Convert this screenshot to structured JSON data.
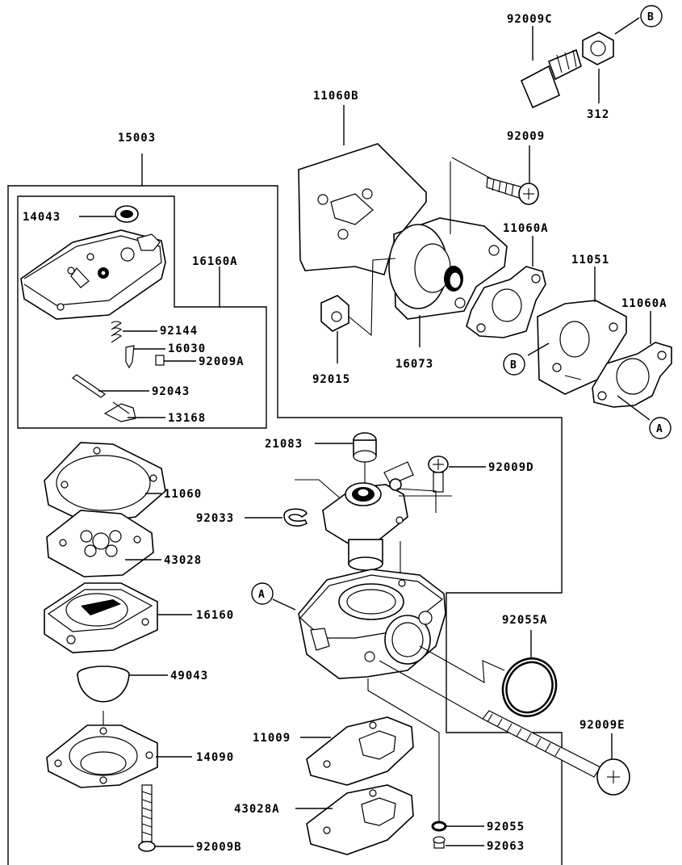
{
  "labels": [
    {
      "id": "92009C",
      "text": "92009C"
    },
    {
      "id": "312",
      "text": "312"
    },
    {
      "id": "11060B",
      "text": "11060B"
    },
    {
      "id": "15003",
      "text": "15003"
    },
    {
      "id": "92009",
      "text": "92009"
    },
    {
      "id": "14043",
      "text": "14043"
    },
    {
      "id": "16160A",
      "text": "16160A"
    },
    {
      "id": "11060A_1",
      "text": "11060A"
    },
    {
      "id": "11051",
      "text": "11051"
    },
    {
      "id": "11060A_2",
      "text": "11060A"
    },
    {
      "id": "92144",
      "text": "92144"
    },
    {
      "id": "16030",
      "text": "16030"
    },
    {
      "id": "92009A",
      "text": "92009A"
    },
    {
      "id": "92015",
      "text": "92015"
    },
    {
      "id": "16073",
      "text": "16073"
    },
    {
      "id": "92043",
      "text": "92043"
    },
    {
      "id": "13168",
      "text": "13168"
    },
    {
      "id": "21083",
      "text": "21083"
    },
    {
      "id": "92009D",
      "text": "92009D"
    },
    {
      "id": "11060",
      "text": "11060"
    },
    {
      "id": "92033",
      "text": "92033"
    },
    {
      "id": "43028",
      "text": "43028"
    },
    {
      "id": "16160",
      "text": "16160"
    },
    {
      "id": "92055A",
      "text": "92055A"
    },
    {
      "id": "49043",
      "text": "49043"
    },
    {
      "id": "92009E",
      "text": "92009E"
    },
    {
      "id": "11009",
      "text": "11009"
    },
    {
      "id": "14090",
      "text": "14090"
    },
    {
      "id": "92055",
      "text": "92055"
    },
    {
      "id": "43028A",
      "text": "43028A"
    },
    {
      "id": "92063",
      "text": "92063"
    },
    {
      "id": "92009B",
      "text": "92009B"
    }
  ],
  "refs": [
    {
      "id": "B_top",
      "text": "B"
    },
    {
      "id": "B_mid",
      "text": "B"
    },
    {
      "id": "A_right",
      "text": "A"
    },
    {
      "id": "A_left",
      "text": "A"
    }
  ]
}
